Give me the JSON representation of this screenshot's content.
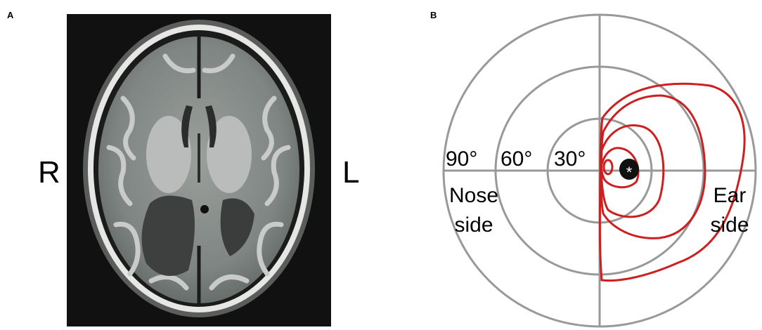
{
  "panels": {
    "a": {
      "letter": "A",
      "left_label": "R",
      "right_label": "L"
    },
    "b": {
      "letter": "B",
      "rings": [
        "90°",
        "60°",
        "30°"
      ],
      "nose_side": [
        "Nose",
        "side"
      ],
      "ear_side": [
        "Ear",
        "side"
      ],
      "blind_spot_symbol": "*"
    }
  },
  "colors": {
    "isopter": "#cc1f1f",
    "grid": "#999999",
    "mri_background": "#111111"
  }
}
